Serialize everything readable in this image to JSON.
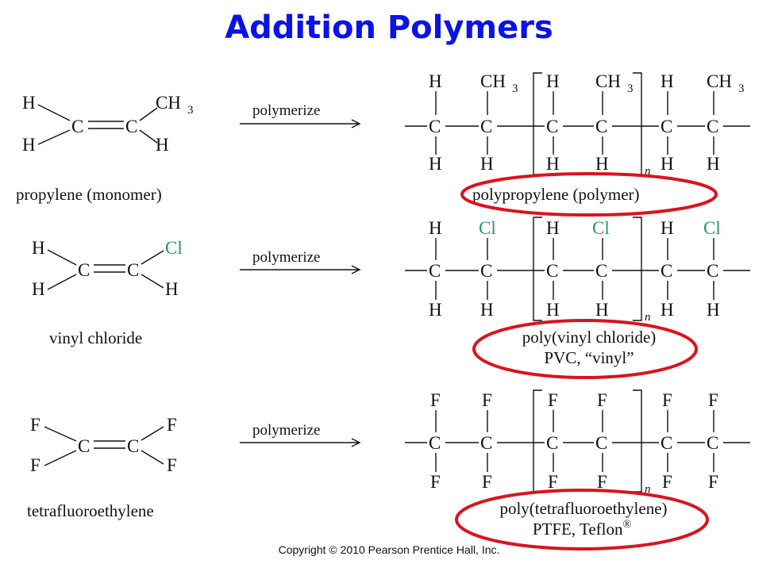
{
  "title": "Addition Polymers",
  "arrow_label": "polymerize",
  "repeat_subscript": "n",
  "atoms": {
    "C": "C",
    "H": "H",
    "F": "F",
    "Cl": "Cl",
    "CH": "CH",
    "three": "3"
  },
  "colors": {
    "title": "#0a14e6",
    "chlorine": "#1f9a5a",
    "highlight_ring": "#d9141e"
  },
  "rows": [
    {
      "monomer_name": "propylene (monomer)",
      "polymer_name": "polypropylene (polymer)",
      "polymer_name_line2": ""
    },
    {
      "monomer_name": "vinyl chloride",
      "polymer_name": "poly(vinyl chloride)",
      "polymer_name_line2": "PVC, “vinyl”"
    },
    {
      "monomer_name": "tetrafluoroethylene",
      "polymer_name": "poly(tetrafluoroethylene)",
      "polymer_name_line2": "PTFE, Teflon",
      "registered_mark": "®"
    }
  ],
  "copyright": "Copyright © 2010 Pearson Prentice Hall, Inc."
}
